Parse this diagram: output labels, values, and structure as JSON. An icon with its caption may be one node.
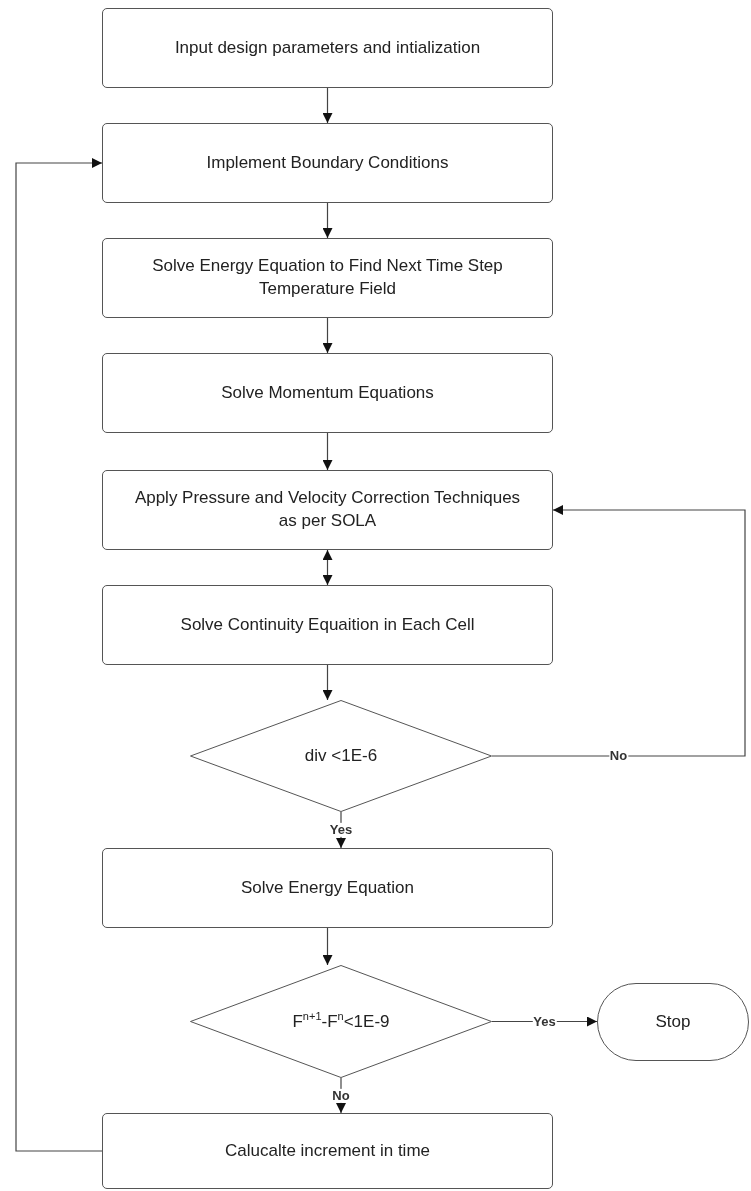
{
  "diagram": {
    "nodes": [
      {
        "text": [
          "Input design parameters and intialization"
        ]
      },
      {
        "text": [
          "Implement Boundary Conditions"
        ]
      },
      {
        "text": [
          "Solve Energy Equation to Find Next Time Step Temperature Field"
        ]
      },
      {
        "text": [
          "Solve Momentum Equations"
        ]
      },
      {
        "text": [
          "Apply Pressure and Velocity Correction Techniques as per SOLA"
        ]
      },
      {
        "text": [
          "Solve Continuity Equaition in Each Cell"
        ]
      },
      {
        "text": [
          "div <1E-6"
        ]
      },
      {
        "text": [
          "Solve Energy Equation"
        ]
      },
      {
        "text": [
          "F$^{n+1}$-F$^{n}$<1E-9"
        ]
      },
      {
        "text": [
          "Stop"
        ]
      },
      {
        "text": [
          "Calucalte increment in time"
        ]
      }
    ],
    "edges": [
      {
        "from": 0,
        "to": 1,
        "arrow": "to"
      },
      {
        "from": 1,
        "to": 2,
        "arrow": "to"
      },
      {
        "from": 2,
        "to": 3,
        "arrow": "to"
      },
      {
        "from": 3,
        "to": 4,
        "arrow": "to"
      },
      {
        "from": 4,
        "to": 5,
        "arrow": "both"
      },
      {
        "from": 5,
        "to": 6,
        "arrow": "to"
      },
      {
        "from": 6,
        "to": 7,
        "arrow": "to",
        "label": "Yes"
      },
      {
        "from": 6,
        "to": 4,
        "arrow": "to",
        "label": "No"
      },
      {
        "from": 7,
        "to": 8,
        "arrow": "to"
      },
      {
        "from": 8,
        "to": 9,
        "arrow": "to",
        "label": "Yes"
      },
      {
        "from": 8,
        "to": 10,
        "arrow": "to",
        "label": "No"
      },
      {
        "from": 10,
        "to": 1,
        "arrow": "to"
      }
    ]
  }
}
